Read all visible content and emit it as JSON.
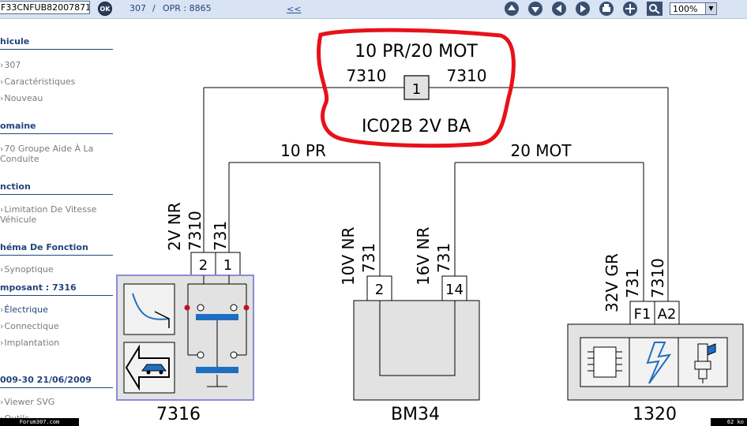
{
  "toolbar": {
    "vin_value": "F33CNFUB82007871",
    "ok_label": "OK",
    "model": "307",
    "separator": "/",
    "opr": "OPR : 8865",
    "back_link": "<<",
    "zoom": "100%",
    "buttons": [
      "arrow-up-icon",
      "arrow-down-icon",
      "arrow-left-icon",
      "arrow-right-icon",
      "print-icon",
      "plus-icon",
      "magnifier-icon"
    ]
  },
  "sidebar": {
    "sections": [
      {
        "title": "hicule",
        "items": [
          "307",
          "Caractéristiques",
          "Nouveau"
        ]
      },
      {
        "title": "omaine",
        "items": [
          "70 Groupe Aide À La Conduite"
        ]
      },
      {
        "title": "nction",
        "items": [
          "Limitation De Vitesse Véhicule"
        ]
      },
      {
        "title": "héma De Fonction",
        "items": [
          "Synoptique"
        ]
      },
      {
        "title": "mposant : 7316",
        "items": [
          "Électrique",
          "Connectique",
          "Implantation"
        ]
      },
      {
        "title": "009-30 21/06/2009",
        "items": [
          "Viewer SVG",
          "Outils"
        ]
      }
    ]
  },
  "diagram": {
    "header_line1": "10 PR/20 MOT",
    "wire_left": "7310",
    "wire_right": "7310",
    "junction_num": "1",
    "junction_code": "IC02B 2V BA",
    "bus_left": "10 PR",
    "bus_right": "20 MOT",
    "c7316": {
      "conn_label": "2V NR",
      "wire_a": "7310",
      "wire_b": "731",
      "pin_a": "2",
      "pin_b": "1",
      "name": "7316"
    },
    "bm34": {
      "conn_a_label": "10V NR",
      "wire_a": "731",
      "pin_a": "2",
      "conn_b_label": "16V NR",
      "wire_b": "731",
      "pin_b": "14",
      "name": "BM34"
    },
    "c1320": {
      "conn_label": "32V GR",
      "wire_a": "731",
      "wire_b": "7310",
      "pin_a": "F1",
      "pin_b": "A2",
      "name": "1320"
    }
  },
  "colors": {
    "highlight": "#e8111a",
    "sidebar_title": "#23447c",
    "box_border": "#8a8ad8",
    "insulator": "#1f6fc0"
  },
  "footer": {
    "forum": "Forum307.com",
    "size": "62 ko"
  }
}
